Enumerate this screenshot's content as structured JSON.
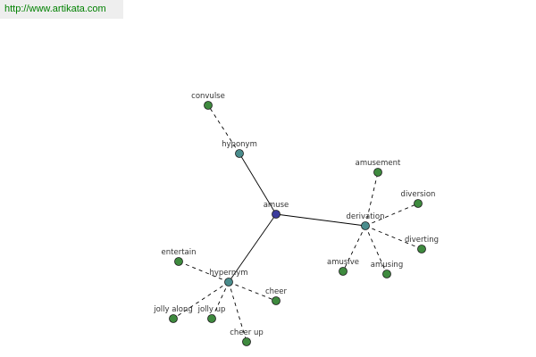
{
  "banner": {
    "url": "http://www.artikata.com"
  },
  "colors": {
    "banner_text": "#008000",
    "center_node": "#3c3c9c",
    "relation_node": "#4a8c8c",
    "word_node": "#3e8a3e",
    "edge": "#000000"
  },
  "graph": {
    "center": "amuse",
    "relations": [
      {
        "label": "hyponym",
        "words": [
          "convulse"
        ]
      },
      {
        "label": "derivation",
        "words": [
          "amusement",
          "diversion",
          "diverting",
          "amusing",
          "amusive"
        ]
      },
      {
        "label": "hypernym",
        "words": [
          "entertain",
          "cheer",
          "cheer up",
          "jolly up",
          "jolly along"
        ]
      }
    ]
  }
}
